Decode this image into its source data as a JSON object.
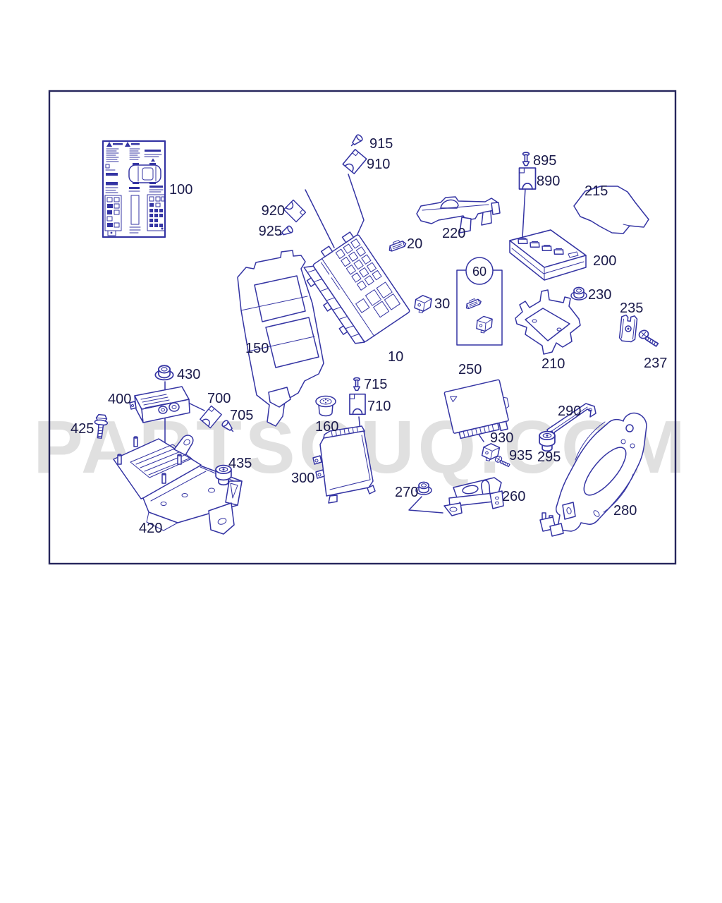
{
  "page": {
    "background": "#ffffff"
  },
  "frame": {
    "border_color": "#26265c"
  },
  "watermark": {
    "text": "PARTSOUQ.COM",
    "color": "#e0e0e0"
  },
  "diagram": {
    "line_color": "#3434a3",
    "label_color": "#1a1a4a",
    "callouts": {
      "c10": "10",
      "c20": "20",
      "c30": "30",
      "c60": "60",
      "c100": "100",
      "c150": "150",
      "c160": "160",
      "c200": "200",
      "c210": "210",
      "c215": "215",
      "c220": "220",
      "c230": "230",
      "c235": "235",
      "c237": "237",
      "c250": "250",
      "c260": "260",
      "c270": "270",
      "c280": "280",
      "c290": "290",
      "c295": "295",
      "c300": "300",
      "c400": "400",
      "c420": "420",
      "c425": "425",
      "c430": "430",
      "c435": "435",
      "c700": "700",
      "c705": "705",
      "c710": "710",
      "c715": "715",
      "c890": "890",
      "c895": "895",
      "c910": "910",
      "c915": "915",
      "c920": "920",
      "c925": "925",
      "c930": "930",
      "c935": "935"
    }
  }
}
